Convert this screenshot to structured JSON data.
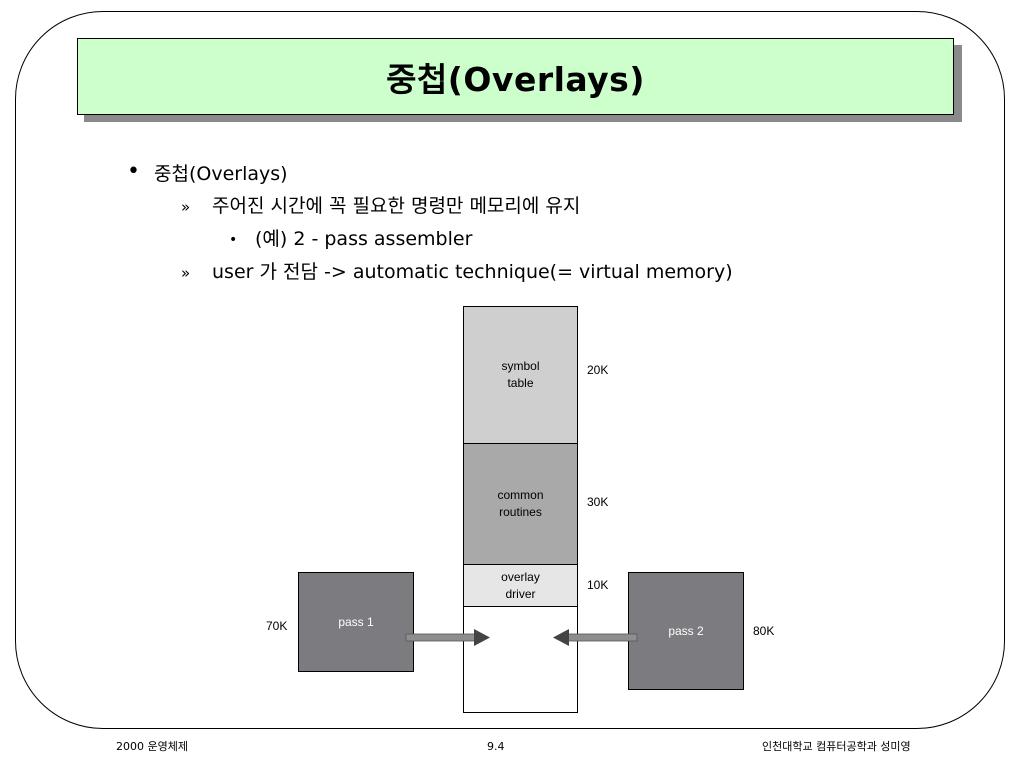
{
  "slide": {
    "title": "중첩(Overlays)",
    "bullets": {
      "l1_marker": "•",
      "l1_text": "중첩(Overlays)",
      "l2a_marker": "»",
      "l2a_text": "주어진 시간에 꼭 필요한 명령만 메모리에 유지",
      "l3_marker": "•",
      "l3_text": "(예) 2 - pass assembler",
      "l2b_marker": "»",
      "l2b_text": "user 가 전담 -> automatic technique(= virtual memory)"
    },
    "diagram": {
      "symbol_table": {
        "line1": "symbol",
        "line2": "table",
        "size": "20K"
      },
      "common_routines": {
        "line1": "common",
        "line2": "routines",
        "size": "30K"
      },
      "overlay_driver": {
        "line1": "overlay",
        "line2": "driver",
        "size": "10K"
      },
      "pass1": {
        "label": "pass 1",
        "size": "70K"
      },
      "pass2": {
        "label": "pass 2",
        "size": "80K"
      }
    },
    "footer": {
      "left": "2000 운영체제",
      "center": "9.4",
      "right": "인천대학교 컴퓨터공학과 성미영"
    }
  },
  "colors": {
    "title_bg": "#ccffcc",
    "symbol_table": "#cfcfcf",
    "common_routines": "#a9a9a9",
    "overlay_driver": "#e6e6e6",
    "pass_block": "#7b7b80"
  }
}
